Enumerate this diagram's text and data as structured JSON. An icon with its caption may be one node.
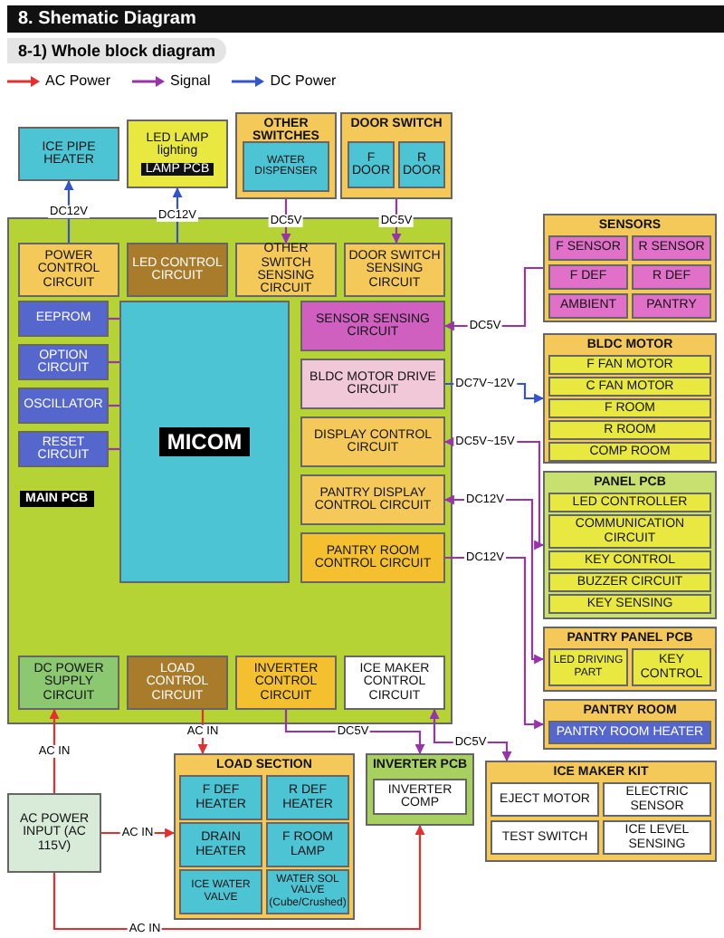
{
  "diagram": {
    "title": "8. Shematic Diagram",
    "nodes": [
      {
        "text": [
          "MAIN PCB"
        ]
      },
      {
        "text": [
          "MICOM"
        ],
        "in": 0
      },
      {
        "text": [
          "POWER CONTROL CIRCUIT"
        ],
        "in": 0
      },
      {
        "text": [
          "LED CONTROL CIRCUIT"
        ],
        "in": 0
      },
      {
        "text": [
          "OTHER SWITCH SENSING CIRCUIT"
        ],
        "in": 0
      },
      {
        "text": [
          "DOOR SWITCH SENSING CIRCUIT"
        ],
        "in": 0
      },
      {
        "text": [
          "SENSOR SENSING CIRCUIT"
        ],
        "in": 0
      },
      {
        "text": [
          "BLDC MOTOR DRIVE CIRCUIT"
        ],
        "in": 0
      },
      {
        "text": [
          "DISPLAY CONTROL CIRCUIT"
        ],
        "in": 0
      },
      {
        "text": [
          "PANTRY DISPLAY CONTROL CIRCUIT"
        ],
        "in": 0
      },
      {
        "text": [
          "PANTRY ROOM CONTROL CIRCUIT"
        ],
        "in": 0
      },
      {
        "text": [
          "EEPROM"
        ],
        "in": 0
      },
      {
        "text": [
          "OPTION CIRCUIT"
        ],
        "in": 0
      },
      {
        "text": [
          "OSCILLATOR"
        ],
        "in": 0
      },
      {
        "text": [
          "RESET CIRCUIT"
        ],
        "in": 0
      },
      {
        "text": [
          "DC POWER SUPPLY CIRCUIT"
        ],
        "in": 0
      },
      {
        "text": [
          "LOAD CONTROL CIRCUIT"
        ],
        "in": 0
      },
      {
        "text": [
          "INVERTER CONTROL CIRCUIT"
        ],
        "in": 0
      },
      {
        "text": [
          "ICE MAKER CONTROL CIRCUIT"
        ],
        "in": 0
      },
      {
        "text": [
          "ICE PIPE HEATER"
        ]
      },
      {
        "text": [
          "LED LAMP lighting",
          "LAMP PCB"
        ]
      },
      {
        "text": [
          "DOOR SWITCH"
        ]
      },
      {
        "text": [
          "F DOOR"
        ],
        "in": 21
      },
      {
        "text": [
          "R DOOR"
        ],
        "in": 21
      },
      {
        "text": [
          "OTHER SWITCHES"
        ]
      },
      {
        "text": [
          "WATER DISPENSER"
        ],
        "in": 24
      },
      {
        "text": [
          "SENSORS"
        ]
      },
      {
        "text": [
          "F SENSOR"
        ],
        "in": 26
      },
      {
        "text": [
          "R SENSOR"
        ],
        "in": 26
      },
      {
        "text": [
          "F DEF"
        ],
        "in": 26
      },
      {
        "text": [
          "R DEF"
        ],
        "in": 26
      },
      {
        "text": [
          "AMBIENT"
        ],
        "in": 26
      },
      {
        "text": [
          "PANTRY"
        ],
        "in": 26
      },
      {
        "text": [
          "BLDC MOTOR"
        ]
      },
      {
        "text": [
          "F FAN MOTOR"
        ],
        "in": 33
      },
      {
        "text": [
          "C FAN MOTOR"
        ],
        "in": 33
      },
      {
        "text": [
          "F ROOM"
        ],
        "in": 33
      },
      {
        "text": [
          "R ROOM"
        ],
        "in": 33
      },
      {
        "text": [
          "COMP ROOM"
        ],
        "in": 33
      },
      {
        "text": [
          "PANEL PCB"
        ]
      },
      {
        "text": [
          "LED CONTROLLER"
        ],
        "in": 39
      },
      {
        "text": [
          "COMMUNICATION CIRCUIT"
        ],
        "in": 39
      },
      {
        "text": [
          "KEY CONTROL"
        ],
        "in": 39
      },
      {
        "text": [
          "BUZZER CIRCUIT"
        ],
        "in": 39
      },
      {
        "text": [
          "KEY SENSING"
        ],
        "in": 39
      },
      {
        "text": [
          "PANTRY PANEL PCB"
        ]
      },
      {
        "text": [
          "LED DRIVING PART"
        ],
        "in": 45
      },
      {
        "text": [
          "KEY CONTROL"
        ],
        "in": 45
      },
      {
        "text": [
          "PANTRY ROOM"
        ]
      },
      {
        "text": [
          "PANTRY ROOM HEATER"
        ],
        "in": 48
      },
      {
        "text": [
          "ICE MAKER KIT"
        ]
      },
      {
        "text": [
          "EJECT MOTOR"
        ],
        "in": 50
      },
      {
        "text": [
          "ELECTRIC SENSOR"
        ],
        "in": 50
      },
      {
        "text": [
          "TEST SWITCH"
        ],
        "in": 50
      },
      {
        "text": [
          "ICE LEVEL SENSING"
        ],
        "in": 50
      },
      {
        "text": [
          "INVERTER PCB"
        ]
      },
      {
        "text": [
          "INVERTER COMP"
        ],
        "in": 55
      },
      {
        "text": [
          "LOAD SECTION"
        ]
      },
      {
        "text": [
          "F DEF HEATER"
        ],
        "in": 57
      },
      {
        "text": [
          "R DEF HEATER"
        ],
        "in": 57
      },
      {
        "text": [
          "DRAIN HEATER"
        ],
        "in": 57
      },
      {
        "text": [
          "F ROOM LAMP"
        ],
        "in": 57
      },
      {
        "text": [
          "ICE WATER VALVE"
        ],
        "in": 57
      },
      {
        "text": [
          "WATER SOL VALVE (Cube/Crushed)"
        ],
        "in": 57
      },
      {
        "text": [
          "AC POWER INPUT (AC 115V)"
        ]
      }
    ],
    "edges": [
      {
        "from": 2,
        "to": 19,
        "arrow": "to",
        "label": "DC12V",
        "color": "#3355cc"
      },
      {
        "from": 3,
        "to": 20,
        "arrow": "to",
        "label": "DC12V",
        "color": "#3355cc"
      },
      {
        "from": 24,
        "to": 4,
        "arrow": "to",
        "label": "DC5V"
      },
      {
        "from": 21,
        "to": 5,
        "arrow": "to",
        "label": "DC5V"
      },
      {
        "from": 26,
        "to": 6,
        "arrow": "to",
        "label": "DC5V"
      },
      {
        "from": 7,
        "to": 33,
        "arrow": "to",
        "label": "DC7V~12V",
        "color": "#3355cc"
      },
      {
        "from": 8,
        "to": 39,
        "arrow": "both",
        "label": "DC5V~15V"
      },
      {
        "from": 9,
        "to": 45,
        "arrow": "both",
        "label": "DC12V"
      },
      {
        "from": 10,
        "to": 48,
        "arrow": "to",
        "label": "DC12V"
      },
      {
        "from": 18,
        "to": 50,
        "arrow": "both",
        "label": "DC5V"
      },
      {
        "from": 17,
        "to": 55,
        "arrow": "to",
        "label": "DC5V"
      },
      {
        "from": 16,
        "to": 57,
        "arrow": "to",
        "label": "AC IN",
        "color": "#e03030"
      },
      {
        "from": 64,
        "to": 15,
        "arrow": "to",
        "label": "AC IN",
        "color": "#e03030"
      },
      {
        "from": 64,
        "to": 57,
        "arrow": "to",
        "label": "AC IN",
        "color": "#e03030"
      },
      {
        "from": 64,
        "to": 55,
        "arrow": "to",
        "label": "AC IN",
        "color": "#e03030"
      },
      {
        "from": 11,
        "to": 1,
        "arrow": "none"
      },
      {
        "from": 12,
        "to": 1,
        "arrow": "none"
      },
      {
        "from": 13,
        "to": 1,
        "arrow": "none"
      },
      {
        "from": 14,
        "to": 1,
        "arrow": "none"
      }
    ],
    "labels": [
      "8-1) Whole block diagram"
    ],
    "legend": [
      {
        "text": "AC Power"
      },
      {
        "text": "Signal"
      },
      {
        "text": "DC Power"
      }
    ]
  }
}
